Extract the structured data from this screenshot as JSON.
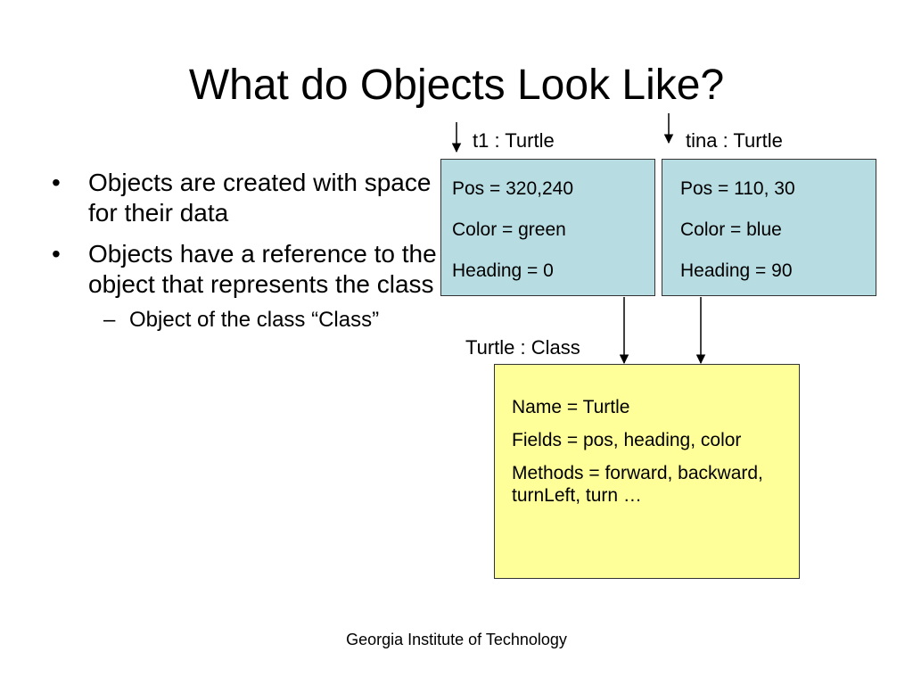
{
  "slide": {
    "title": "What do Objects Look Like?",
    "footer": "Georgia Institute of Technology"
  },
  "bullets": [
    {
      "text": "Objects are created with space for their data"
    },
    {
      "text": "Objects have a reference to the object that represents the class"
    }
  ],
  "sub_bullets": [
    {
      "text": "Object of the class “Class”"
    }
  ],
  "bullet_mark": "•",
  "sub_bullet_mark": "–",
  "objects": [
    {
      "label": "t1 : Turtle",
      "fields": [
        "Pos = 320,240",
        "Color = green",
        "Heading = 0"
      ]
    },
    {
      "label": "tina : Turtle",
      "fields": [
        "Pos = 110, 30",
        "Color = blue",
        "Heading = 90"
      ]
    }
  ],
  "class_object": {
    "label": "Turtle : Class",
    "fields": [
      "Name = Turtle",
      "Fields = pos, heading, color",
      "Methods = forward, backward, turnLeft, turn …"
    ]
  },
  "colors": {
    "object_fill": "#b7dde3",
    "class_fill": "#ffff99",
    "border": "#333333"
  }
}
